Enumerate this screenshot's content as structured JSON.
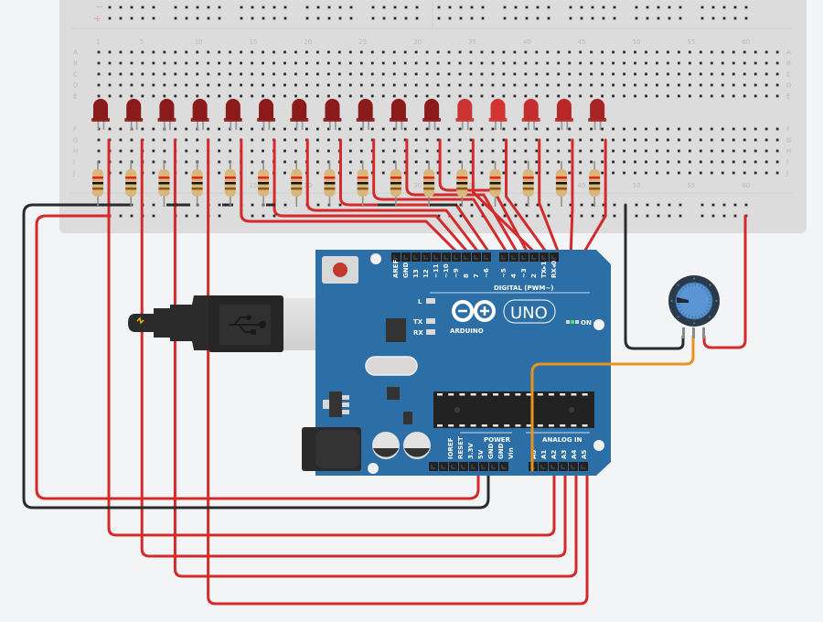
{
  "canvas": {
    "background": "#f3f4f6"
  },
  "breadboard": {
    "color": "#dcdcdc",
    "hole_color": "#2a2a2a",
    "column_count": 63,
    "column_labels": [
      "1",
      "5",
      "10",
      "15",
      "20",
      "25",
      "30",
      "35",
      "40",
      "45",
      "50",
      "55",
      "60"
    ],
    "column_label_values": [
      1,
      5,
      10,
      15,
      20,
      25,
      30,
      35,
      40,
      45,
      50,
      55,
      60
    ],
    "top_row_labels": [
      "A",
      "B",
      "C",
      "D",
      "E"
    ],
    "bottom_row_labels": [
      "F",
      "G",
      "H",
      "I",
      "J"
    ],
    "rail_labels": {
      "minus": "−",
      "plus": "+"
    },
    "rail_minus_color": "#9fc4e6",
    "rail_plus_color": "#f0a0a0"
  },
  "leds": {
    "count": 16,
    "columns": [
      1,
      4,
      7,
      10,
      13,
      16,
      19,
      22,
      25,
      28,
      31,
      34,
      37,
      40,
      43,
      46
    ],
    "colors": [
      "#8b1a1a",
      "#8b1a1a",
      "#8b1a1a",
      "#8b1a1a",
      "#8b1a1a",
      "#8b1a1a",
      "#8b1a1a",
      "#8b1a1a",
      "#8b1a1a",
      "#8b1a1a",
      "#8b1a1a",
      "#cc3333",
      "#d23434",
      "#c42e2e",
      "#b92828",
      "#a82424"
    ]
  },
  "resistors": {
    "count": 16,
    "bands": [
      "#e8211b",
      "#111111",
      "#8a5a1a"
    ]
  },
  "arduino": {
    "board_color": "#2c6fa6",
    "brand": "ARDUINO",
    "model": "UNO",
    "digital_header_label": "DIGITAL (PWM~)",
    "digital_pins": [
      "AREF",
      "GND",
      "13",
      "12",
      "~11",
      "~10",
      "~9",
      "8",
      "7",
      "~6",
      "~5",
      "4",
      "~3",
      "2",
      "TX▸1",
      "RX◂0"
    ],
    "power_header_label": "POWER",
    "power_pins": [
      "IOREF",
      "RESET",
      "3.3V",
      "5V",
      "GND",
      "GND",
      "Vin"
    ],
    "analog_header_label": "ANALOG IN",
    "analog_pins": [
      "A0",
      "A1",
      "A2",
      "A3",
      "A4",
      "A5"
    ],
    "led_labels": [
      "L",
      "TX",
      "RX"
    ],
    "on_label": "ON"
  },
  "potentiometer": {
    "knob_color": "#5b95d4",
    "ring_color": "#2b3a4a"
  },
  "wires": {
    "red": "#d42a2a",
    "black": "#2b2b2b",
    "orange": "#e8941a"
  }
}
